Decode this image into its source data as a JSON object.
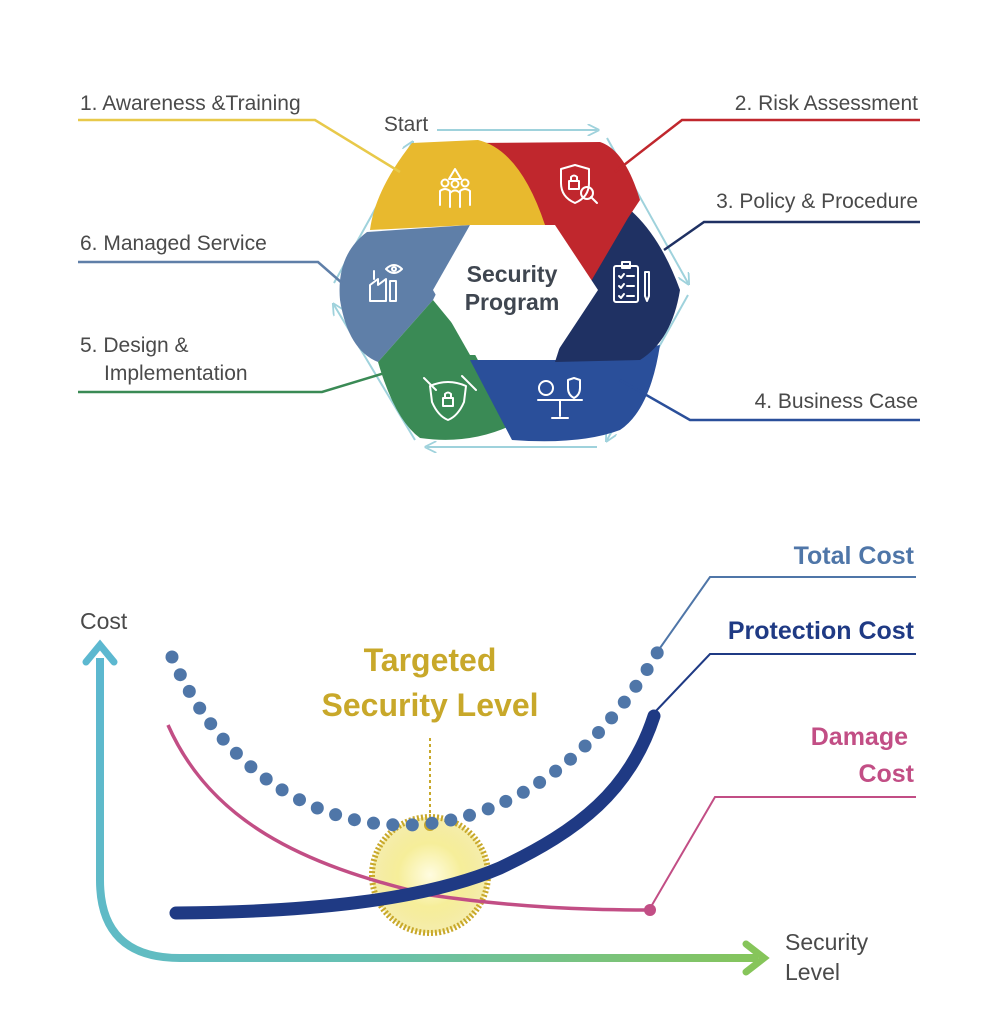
{
  "cycle": {
    "start_label": "Start",
    "center_line1": "Security",
    "center_line2": "Program",
    "steps": [
      {
        "label": "1. Awareness &Training",
        "color": "#e8b92e",
        "icon": "people-alert-icon"
      },
      {
        "label": "2. Risk Assessment",
        "color": "#c0272d",
        "icon": "shield-search-icon"
      },
      {
        "label": "3. Policy & Procedure",
        "color": "#1f3163",
        "icon": "clipboard-checklist-icon"
      },
      {
        "label": "4. Business Case",
        "color": "#2a4f9a",
        "icon": "balance-scale-icon"
      },
      {
        "label": "5. Design &",
        "label_line2": "Implementation",
        "color": "#3a8a55",
        "icon": "shield-tools-icon"
      },
      {
        "label": "6. Managed Service",
        "color": "#5f7fa8",
        "icon": "factory-eye-icon"
      }
    ]
  },
  "cost_chart": {
    "y_axis_label": "Cost",
    "x_axis_label_line1": "Security",
    "x_axis_label_line2": "Level",
    "target_line1": "Targeted",
    "target_line2": "Security Level",
    "series": [
      {
        "name": "Total Cost",
        "color": "#4f76a8",
        "style": "dotted"
      },
      {
        "name": "Protection Cost",
        "color": "#1f3a84",
        "style": "thick"
      },
      {
        "name": "Damage",
        "name_line2": "Cost",
        "color": "#c24e85",
        "style": "thin"
      }
    ],
    "target_color": "#c8a82a"
  }
}
